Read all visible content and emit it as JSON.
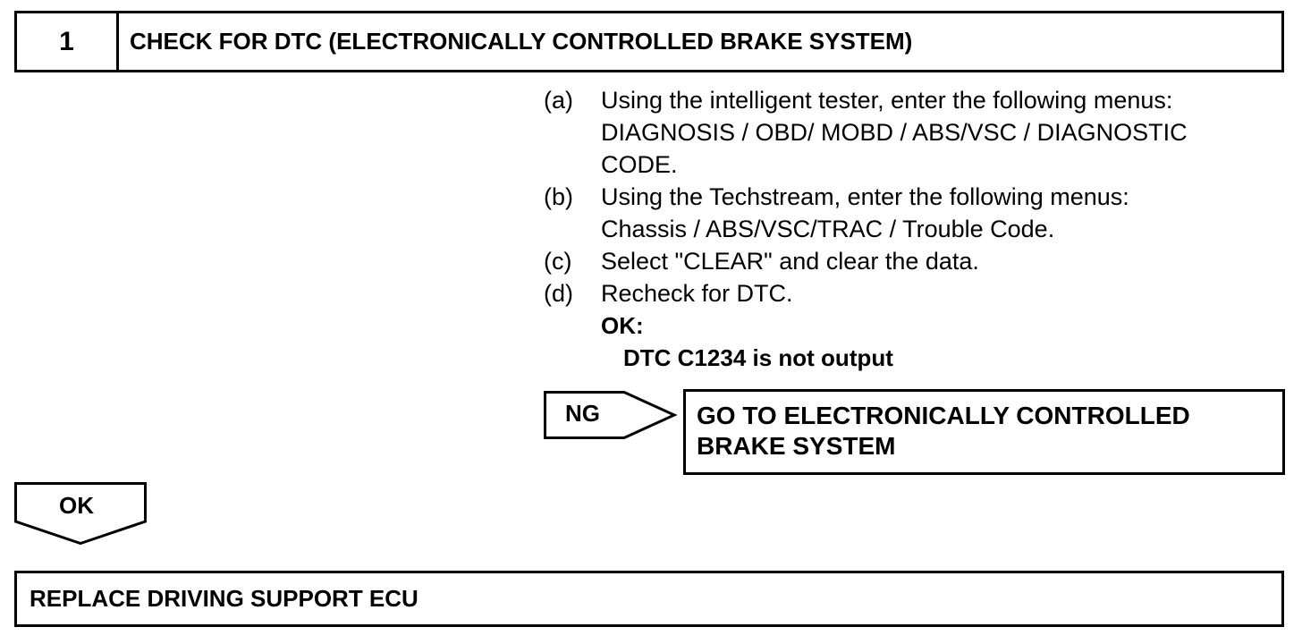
{
  "step": {
    "number": "1",
    "title": "CHECK FOR DTC (ELECTRONICALLY CONTROLLED BRAKE SYSTEM)"
  },
  "instructions": [
    {
      "letter": "(a)",
      "text": "Using the intelligent tester, enter the following menus:\nDIAGNOSIS / OBD/ MOBD / ABS/VSC / DIAGNOSTIC\nCODE."
    },
    {
      "letter": "(b)",
      "text": "Using the Techstream, enter the following menus:\nChassis / ABS/VSC/TRAC / Trouble Code."
    },
    {
      "letter": "(c)",
      "text": "Select \"CLEAR\" and clear the data."
    },
    {
      "letter": "(d)",
      "text": "Recheck for DTC."
    }
  ],
  "ok_result": {
    "label": "OK:",
    "criteria": "DTC C1234 is not output"
  },
  "ng_branch": {
    "label": "NG",
    "result": "GO TO ELECTRONICALLY CONTROLLED\nBRAKE SYSTEM"
  },
  "ok_branch": {
    "label": "OK"
  },
  "final_step": {
    "text": "REPLACE DRIVING SUPPORT ECU"
  }
}
